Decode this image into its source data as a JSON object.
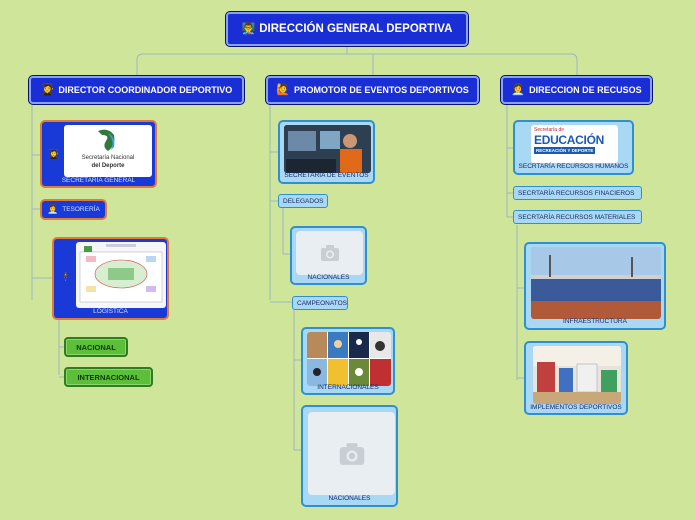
{
  "root": {
    "title": "DIRECCIÓN GENERAL DEPORTIVA",
    "icon": "👨‍🏫"
  },
  "branches": [
    {
      "label": "DIRECTOR COORDINADOR DEPORTIVO",
      "icon": "👩‍🎓"
    },
    {
      "label": "PROMOTOR DE EVENTOS DEPORTIVOS",
      "icon": "🙋"
    },
    {
      "label": "DIRECCION DE RECUSOS",
      "icon": "👩‍💼"
    }
  ],
  "director": {
    "secretaria": {
      "label": "SECRETARÍA GENERAL",
      "logo_line1": "Secretaría Nacional",
      "logo_line2": "del Deporte"
    },
    "tesoreria": {
      "label": "TESORERÍA"
    },
    "logistica": {
      "label": "LOGÍSTICA"
    },
    "nacional": {
      "label": "NACIONAL"
    },
    "internacional": {
      "label": "INTERNACIONAL"
    }
  },
  "promotor": {
    "secretaria_eventos": {
      "label": "SECRETARÍA DE EVENTOS"
    },
    "delegados": {
      "label": "DELEGADOS"
    },
    "delegados_nacionales": {
      "label": "NACIONALES"
    },
    "campeonatos": {
      "label": "CAMPEONATOS"
    },
    "internacionales": {
      "label": "INTERNACIONALES"
    },
    "campeonatos_nacionales": {
      "label": "NACIONALES"
    }
  },
  "recursos": {
    "humanos": {
      "label": "SECRTARÍA RECURSOS HUMANOS",
      "logo_top": "Secretaría de",
      "logo_main": "EDUCACIÓN",
      "logo_sub": "RECREACIÓN Y DEPORTE"
    },
    "financieros": {
      "label": "SECRTARÍA RECURSOS FINACIEROS"
    },
    "materiales": {
      "label": "SECRTARÍA RECURSOS MATERIALES"
    },
    "infraestructura": {
      "label": "INFRAESTRUCTURA"
    },
    "implementos": {
      "label": "IMPLEMENTOS DEPORTIVOS"
    }
  },
  "colors": {
    "background": "#cfe69a",
    "node_dark": "#1a2ed6",
    "node_light": "#a8d8f4",
    "accent_orange": "#e07a3a",
    "green": "#5bbf3a"
  }
}
